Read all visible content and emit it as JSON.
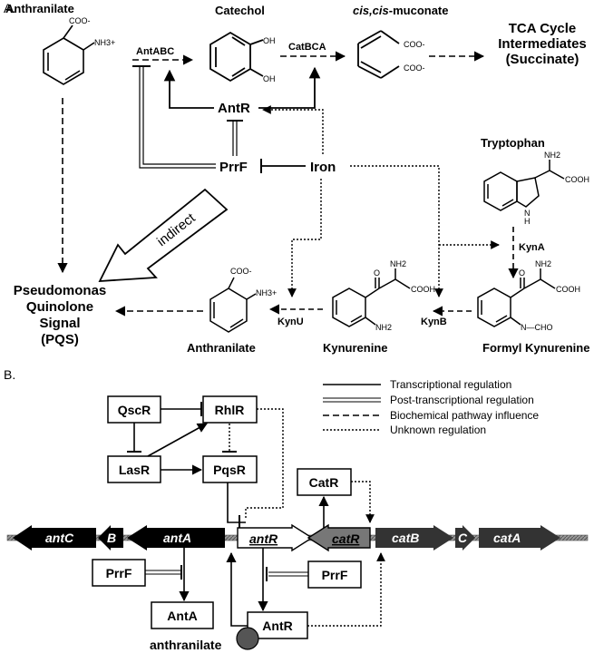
{
  "panelA": {
    "label": "A.",
    "anthranilate_top": "Anthranilate",
    "catechol": "Catechol",
    "muconate_italic": "cis,cis",
    "muconate_rest": "-muconate",
    "tca_line1": "TCA Cycle",
    "tca_line2": "Intermediates",
    "tca_line3": "(Succinate)",
    "antabc": "AntABC",
    "catbca": "CatBCA",
    "antr": "AntR",
    "prrf": "PrrF",
    "iron": "Iron",
    "tryptophan": "Tryptophan",
    "indirect": "indirect",
    "kyna": "KynA",
    "kynb": "KynB",
    "kynu": "KynU",
    "pqs_line1": "Pseudomonas",
    "pqs_line2": "Quinolone",
    "pqs_line3": "Signal",
    "pqs_line4": "(PQS)",
    "anthranilate_bottom": "Anthranilate",
    "kynurenine": "Kynurenine",
    "formyl_kynurenine": "Formyl Kynurenine",
    "chem": {
      "coo": "COO-",
      "nh3": "NH3+",
      "oh": "OH",
      "nh2": "NH2",
      "cooh": "COOH",
      "o": "O",
      "nh": "N",
      "h": "H",
      "cho": "N—CHO"
    }
  },
  "panelB": {
    "label": "B.",
    "legend": [
      "Transcriptional regulation",
      "Post-transcriptional regulation",
      "Biochemical pathway influence",
      "Unknown regulation"
    ],
    "qscr": "QscR",
    "rhlr": "RhlR",
    "lasr": "LasR",
    "pqsr": "PqsR",
    "catr_box": "CatR",
    "prrf_left": "PrrF",
    "prrf_right": "PrrF",
    "anta_box": "AntA",
    "antr_box": "AntR",
    "anthranilate": "anthranilate",
    "genes": {
      "antC": "antC",
      "B": "B",
      "antA": "antA",
      "antR": "antR",
      "catR": "catR",
      "catB": "catB",
      "C": "C",
      "catA": "catA"
    }
  }
}
